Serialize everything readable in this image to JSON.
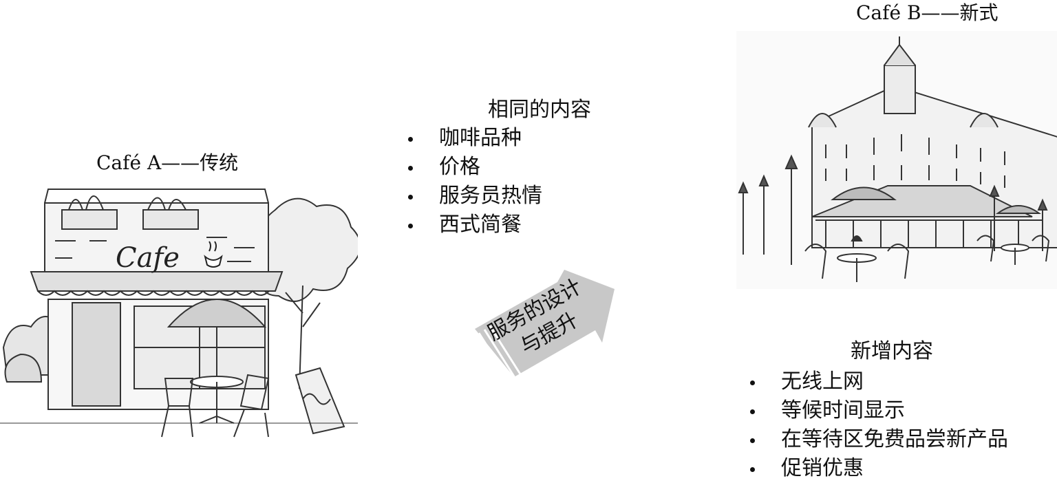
{
  "cafe_a": {
    "title": "Café A——传统",
    "sign_text": "Cafe"
  },
  "cafe_b": {
    "title": "Café B——新式"
  },
  "common": {
    "title": "相同的内容",
    "items": [
      "咖啡品种",
      "价格",
      "服务员热情",
      "西式简餐"
    ]
  },
  "transition": {
    "line1": "服务的设计",
    "line2": "与提升"
  },
  "new": {
    "title": "新增内容",
    "items": [
      "无线上网",
      "等候时间显示",
      "在等待区免费品尝新产品",
      "促销优惠"
    ]
  },
  "colors": {
    "arrow": "#c8c8c8",
    "ink": "#111111"
  }
}
